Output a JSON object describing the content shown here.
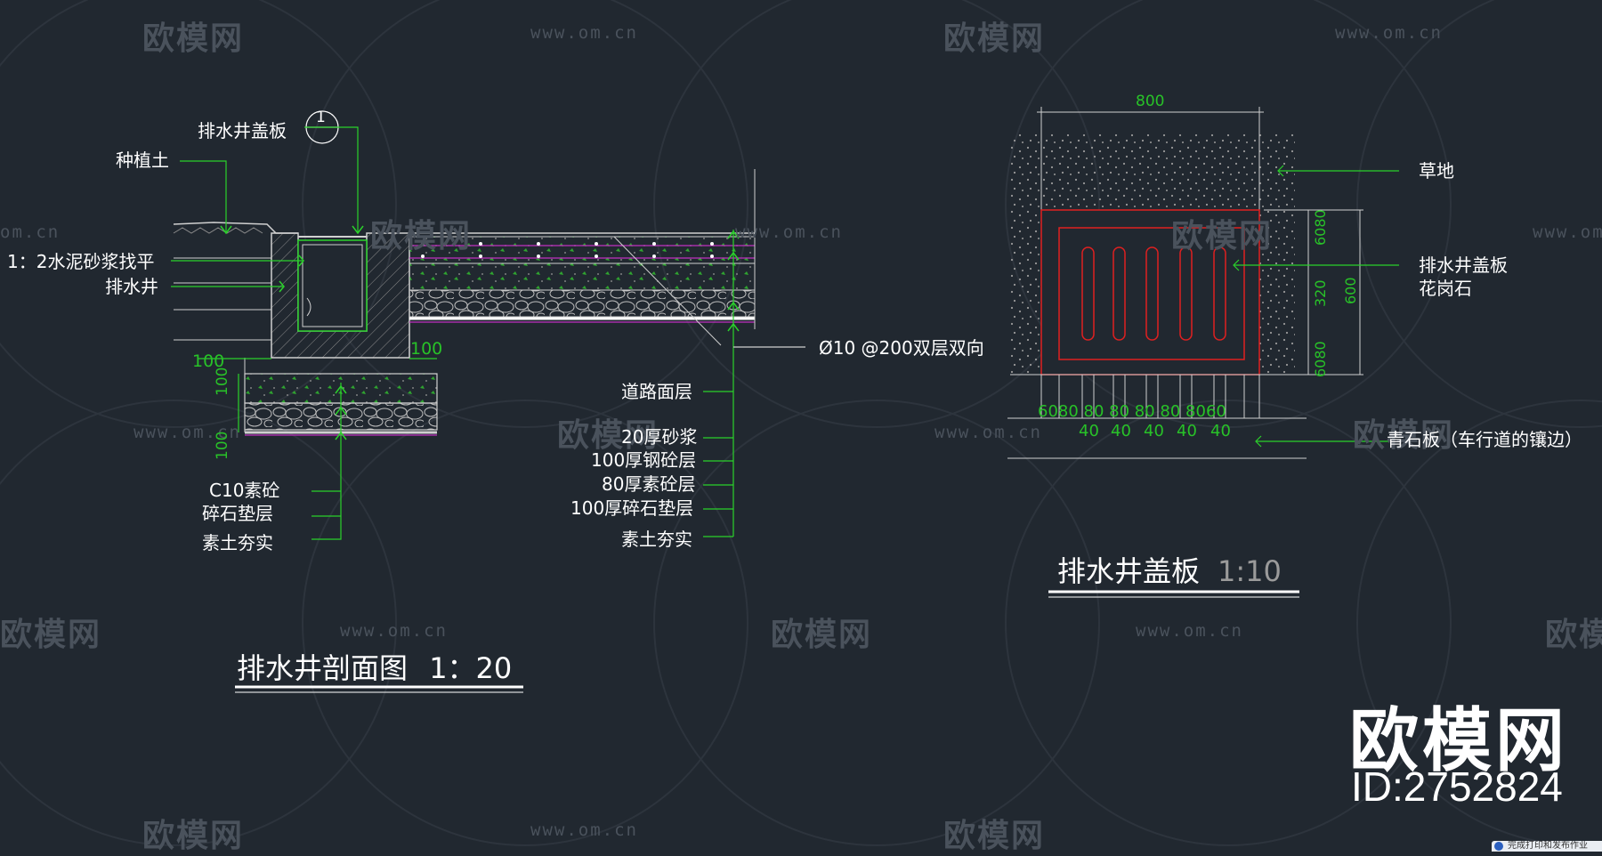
{
  "watermark": {
    "brand": "欧模网",
    "url": "www.om.cn",
    "url_partial": "om.cn",
    "brand_partial": "欧模网"
  },
  "section_drawing": {
    "title": "排水井剖面图",
    "scale": "1：20",
    "callout_number": "1",
    "labels": {
      "cover": "排水井盖板",
      "soil": "种植土",
      "mortar": "1：2水泥砂浆找平",
      "well": "排水井",
      "dim_100_left": "100",
      "dim_100_right": "100",
      "dim_100_v1": "100",
      "dim_100_v2": "100",
      "rebar": "Ø10   @200双层双向",
      "road_surface": "道路面层",
      "mortar_20": "20厚砂浆",
      "rc_100": "100厚钢砼层",
      "plain_80": "80厚素砼层",
      "gravel_100": "100厚碎石垫层",
      "compact_right": "素土夯实",
      "c10": "C10素砼",
      "gravel": "碎石垫层",
      "compact_left": "素土夯实"
    }
  },
  "plan_drawing": {
    "title": "排水井盖板",
    "scale": "1:10",
    "labels": {
      "width": "800",
      "grass": "草地",
      "cover": "排水井盖板",
      "granite": "花岗石",
      "curb": "青石板（车行道的镶边）",
      "dim_60_top": "6080",
      "dim_320": "320",
      "dim_600": "600",
      "dim_60_bottom": "6080",
      "bottom_dims": "6080  80  80  80  80  8060",
      "slot_dims": [
        "40",
        "40",
        "40",
        "40",
        "40"
      ]
    }
  },
  "brand": {
    "name": "欧模网",
    "id": "ID:2752824"
  },
  "notification": {
    "text": "完成打印和发布作业"
  },
  "colors": {
    "background": "#212830",
    "green": "#28c228",
    "red": "#e02020",
    "magenta": "#c030c0",
    "white": "#ffffff"
  }
}
